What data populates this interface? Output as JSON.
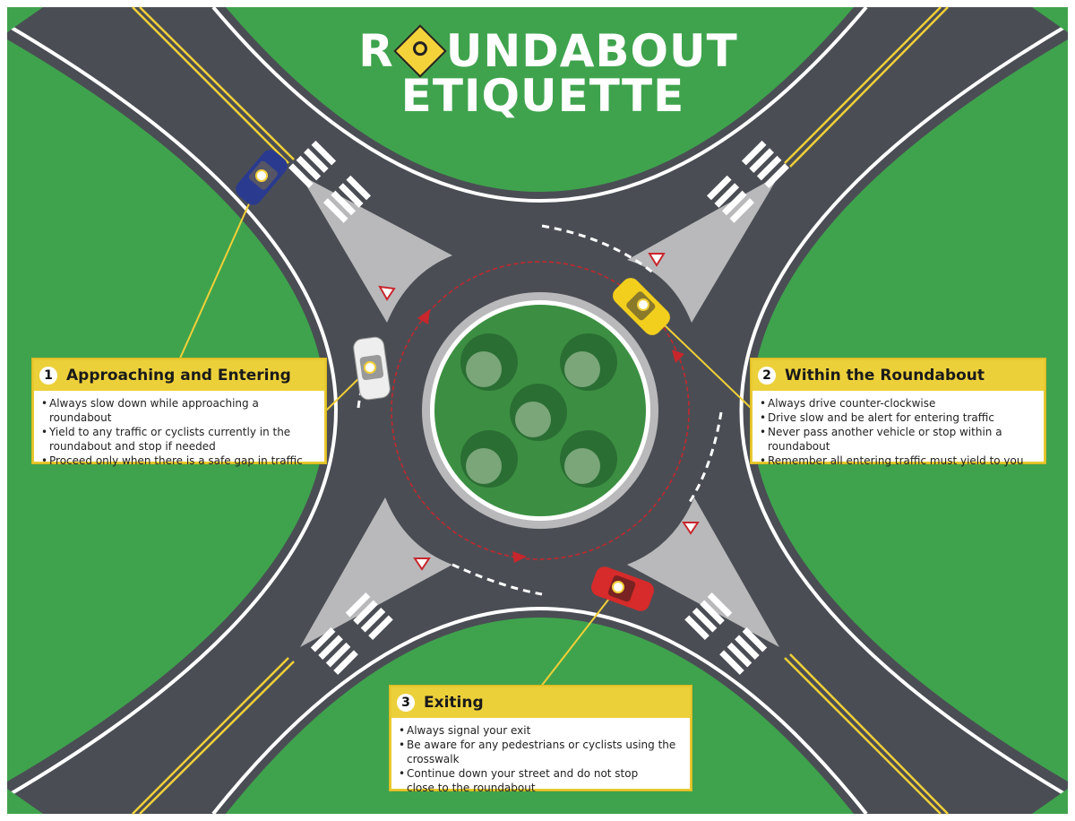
{
  "title": {
    "line1_start": "R",
    "line1_end": "UNDABOUT",
    "line2": "ETIQUETTE",
    "sign_icon": "roundabout-sign-icon"
  },
  "colors": {
    "grass": "#3fa34d",
    "road": "#4a4e54",
    "callout_yellow": "#ecd03a",
    "path_red": "#c8262c"
  },
  "callouts": [
    {
      "number": "1",
      "heading": "Approaching and Entering",
      "bullets": [
        "Always slow down while approaching a roundabout",
        "Yield to any traffic or cyclists currently in the roundabout and stop if needed",
        "Proceed only when there is a safe gap in traffic"
      ]
    },
    {
      "number": "2",
      "heading": "Within the Roundabout",
      "bullets": [
        "Always drive counter-clockwise",
        "Drive slow and be alert for entering traffic",
        "Never pass another vehicle or stop within a roundabout",
        "Remember all entering traffic must yield to you"
      ]
    },
    {
      "number": "3",
      "heading": "Exiting",
      "bullets": [
        "Always signal your exit",
        "Be aware for any pedestrians or cyclists using the crosswalk",
        "Continue down your street and do not stop close to the roundabout"
      ]
    }
  ]
}
